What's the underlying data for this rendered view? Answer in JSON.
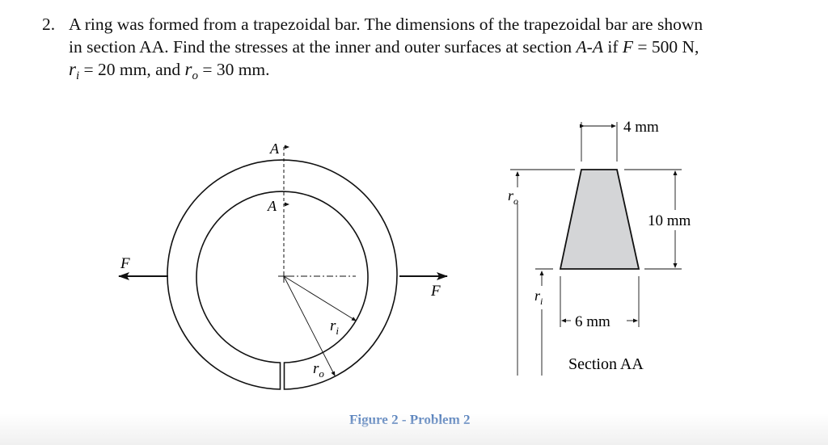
{
  "problem": {
    "number": "2.",
    "line1": "A ring was formed from a trapezoidal bar. The dimensions of the trapezoidal bar are shown",
    "line2_a": "in section AA. Find the stresses at the inner and outer surfaces at section ",
    "line2_section": "A-A",
    "line2_b": " if ",
    "line2_F": "F",
    "line2_eq": " = 500 N,",
    "line3_ri_sym": "r",
    "line3_ri_sub": "i",
    "line3_ri_val": " = 20  mm, and ",
    "line3_ro_sym": "r",
    "line3_ro_sub": "o",
    "line3_ro_val": " = 30 mm."
  },
  "ring_figure": {
    "label_A_top": "A",
    "label_A_inner": "A",
    "label_F_left": "F",
    "label_F_right": "F",
    "label_ri": "r",
    "label_ri_sub": "i",
    "label_ro": "r",
    "label_ro_sub": "o"
  },
  "section_figure": {
    "top_width": "4 mm",
    "height": "10 mm",
    "bottom_width": "6 mm",
    "label_ro": "r",
    "label_ro_sub": "o",
    "label_ri": "r",
    "label_ri_sub": "i",
    "title": "Section AA",
    "fill_color": "#d4d5d7"
  },
  "caption": "Figure 2 - Problem 2",
  "colors": {
    "caption": "#4a78b8",
    "ink": "#111111"
  }
}
